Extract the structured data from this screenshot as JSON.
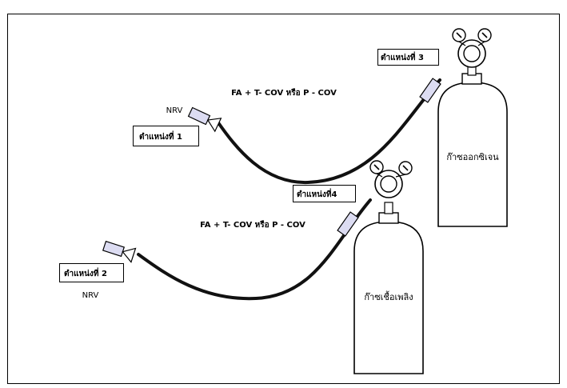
{
  "top_assembly": {
    "position_label": "ตำแหน่งที่ 3",
    "hose_label": "FA + T-  COV  หรือ  P - COV",
    "end_position_label": "ตำแหน่งที่ 1",
    "end_valve_label": "NRV",
    "cylinder_label": "ก๊าซออกซิเจน"
  },
  "bottom_assembly": {
    "position_label": "ตำแหน่งที่4",
    "hose_label": "FA + T-  COV  หรือ  P - COV",
    "end_position_label": "ตำแหน่งที่ 2",
    "end_valve_label": "NRV",
    "cylinder_label": "ก๊าซเชื้อเพลิง"
  },
  "colors": {
    "outline": "#000000",
    "hose": "#111111",
    "fitting": "#dcdcf2",
    "background": "#ffffff"
  }
}
